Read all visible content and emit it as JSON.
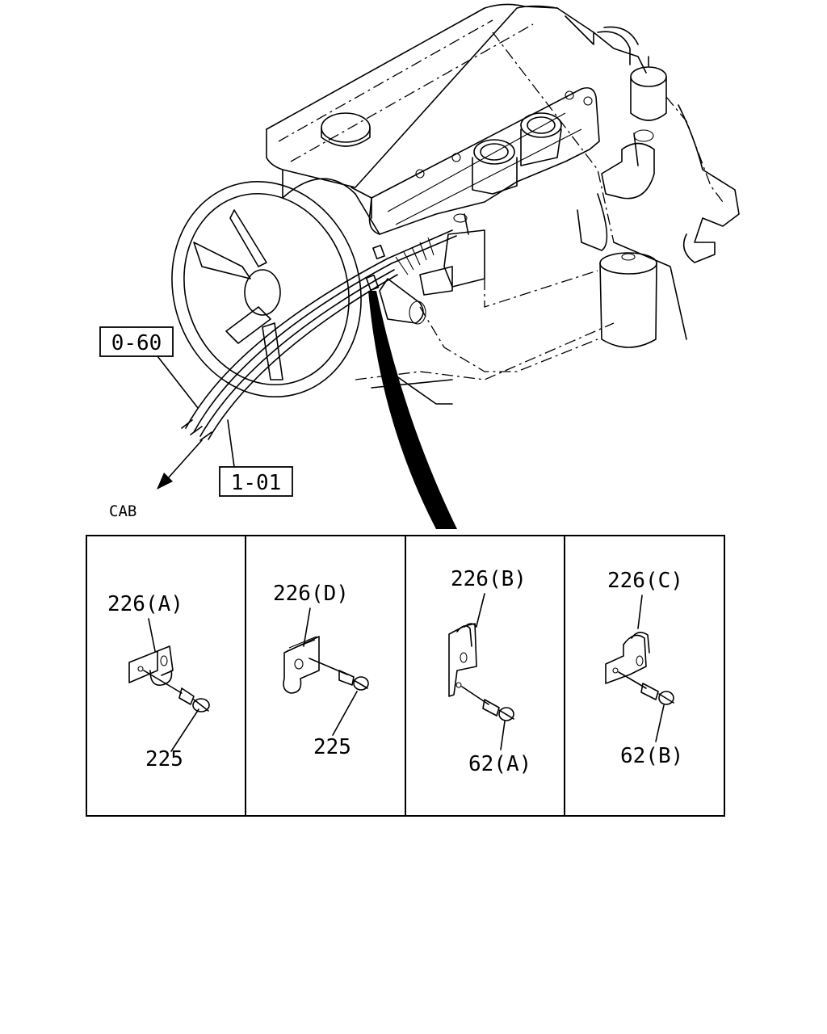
{
  "diagram": {
    "reference_boxes": [
      {
        "id": "ref-0-60",
        "text": "0-60"
      },
      {
        "id": "ref-1-01",
        "text": "1-01"
      }
    ],
    "direction_label": "CAB",
    "detail_panels": [
      {
        "bracket": "226(A)",
        "fastener": "225"
      },
      {
        "bracket": "226(D)",
        "fastener": "225"
      },
      {
        "bracket": "226(B)",
        "fastener": "62(A)"
      },
      {
        "bracket": "226(C)",
        "fastener": "62(B)"
      }
    ]
  }
}
